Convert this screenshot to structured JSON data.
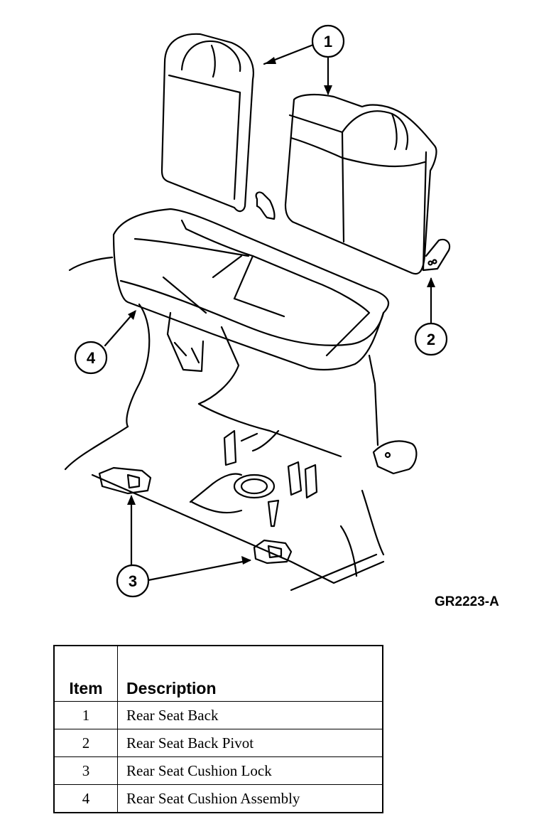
{
  "figure": {
    "code": "GR2223-A",
    "callouts": [
      "1",
      "1",
      "2",
      "3",
      "3",
      "4"
    ]
  },
  "legend": {
    "headers": {
      "item": "Item",
      "description": "Description"
    },
    "rows": [
      {
        "item": "1",
        "description": "Rear Seat Back"
      },
      {
        "item": "2",
        "description": "Rear Seat Back Pivot"
      },
      {
        "item": "3",
        "description": "Rear Seat Cushion Lock"
      },
      {
        "item": "4",
        "description": "Rear Seat Cushion Assembly"
      }
    ]
  }
}
